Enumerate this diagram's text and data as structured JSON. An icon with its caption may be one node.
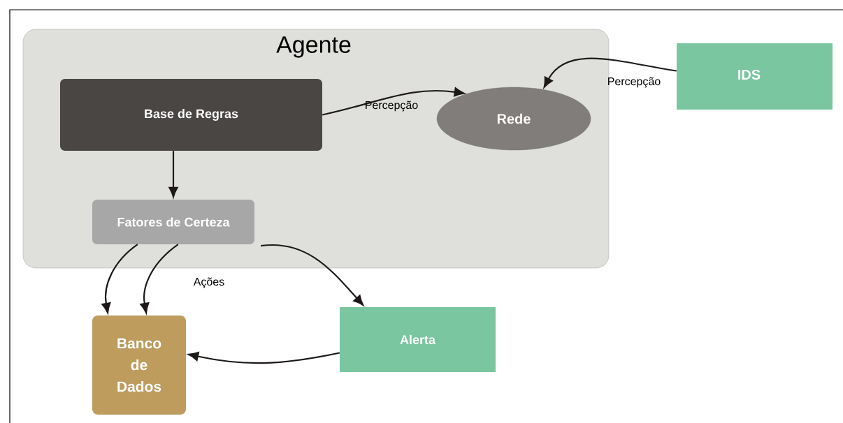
{
  "diagram": {
    "nodes": [
      {
        "text": [
          "Agente"
        ]
      },
      {
        "text": [
          "Base de Regras"
        ],
        "in": 0
      },
      {
        "text": [
          "Rede"
        ],
        "in": 0
      },
      {
        "text": [
          "Fatores  de Certeza"
        ],
        "in": 0
      },
      {
        "text": [
          "IDS"
        ]
      },
      {
        "text": [
          "Alerta"
        ]
      },
      {
        "text": [
          "Banco de Dados"
        ]
      }
    ],
    "edges": [
      {
        "from": 1,
        "to": 2,
        "arrow": "to",
        "label": "Percepção"
      },
      {
        "from": 4,
        "to": 2,
        "arrow": "to",
        "label": "Percepção"
      },
      {
        "from": 1,
        "to": 3,
        "arrow": "to"
      },
      {
        "from": 3,
        "to": 6,
        "arrow": "to"
      },
      {
        "from": 3,
        "to": 6,
        "arrow": "to"
      },
      {
        "from": 3,
        "to": 5,
        "arrow": "to"
      },
      {
        "from": 5,
        "to": 6,
        "arrow": "to"
      }
    ],
    "labels": [
      "Ações"
    ]
  }
}
